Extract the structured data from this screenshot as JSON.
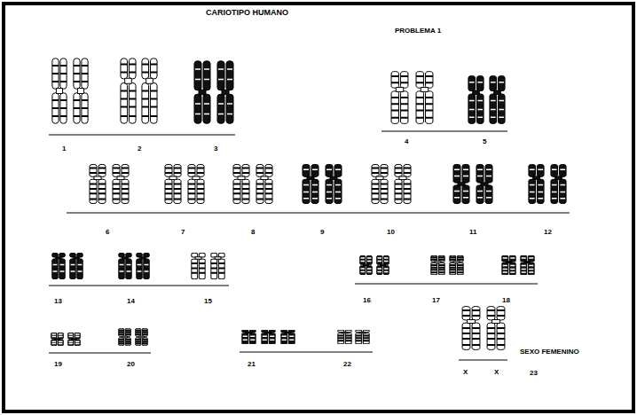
{
  "diagram": {
    "title": "CARIOTIPO HUMANO",
    "labels": [
      "PROBLEMA 1",
      "1",
      "2",
      "3",
      "4",
      "5",
      "6",
      "7",
      "8",
      "9",
      "10",
      "11",
      "12",
      "13",
      "14",
      "15",
      "16",
      "17",
      "18",
      "19",
      "20",
      "21",
      "22",
      "X",
      "X",
      "23",
      "SEXO FEMENINO"
    ]
  }
}
